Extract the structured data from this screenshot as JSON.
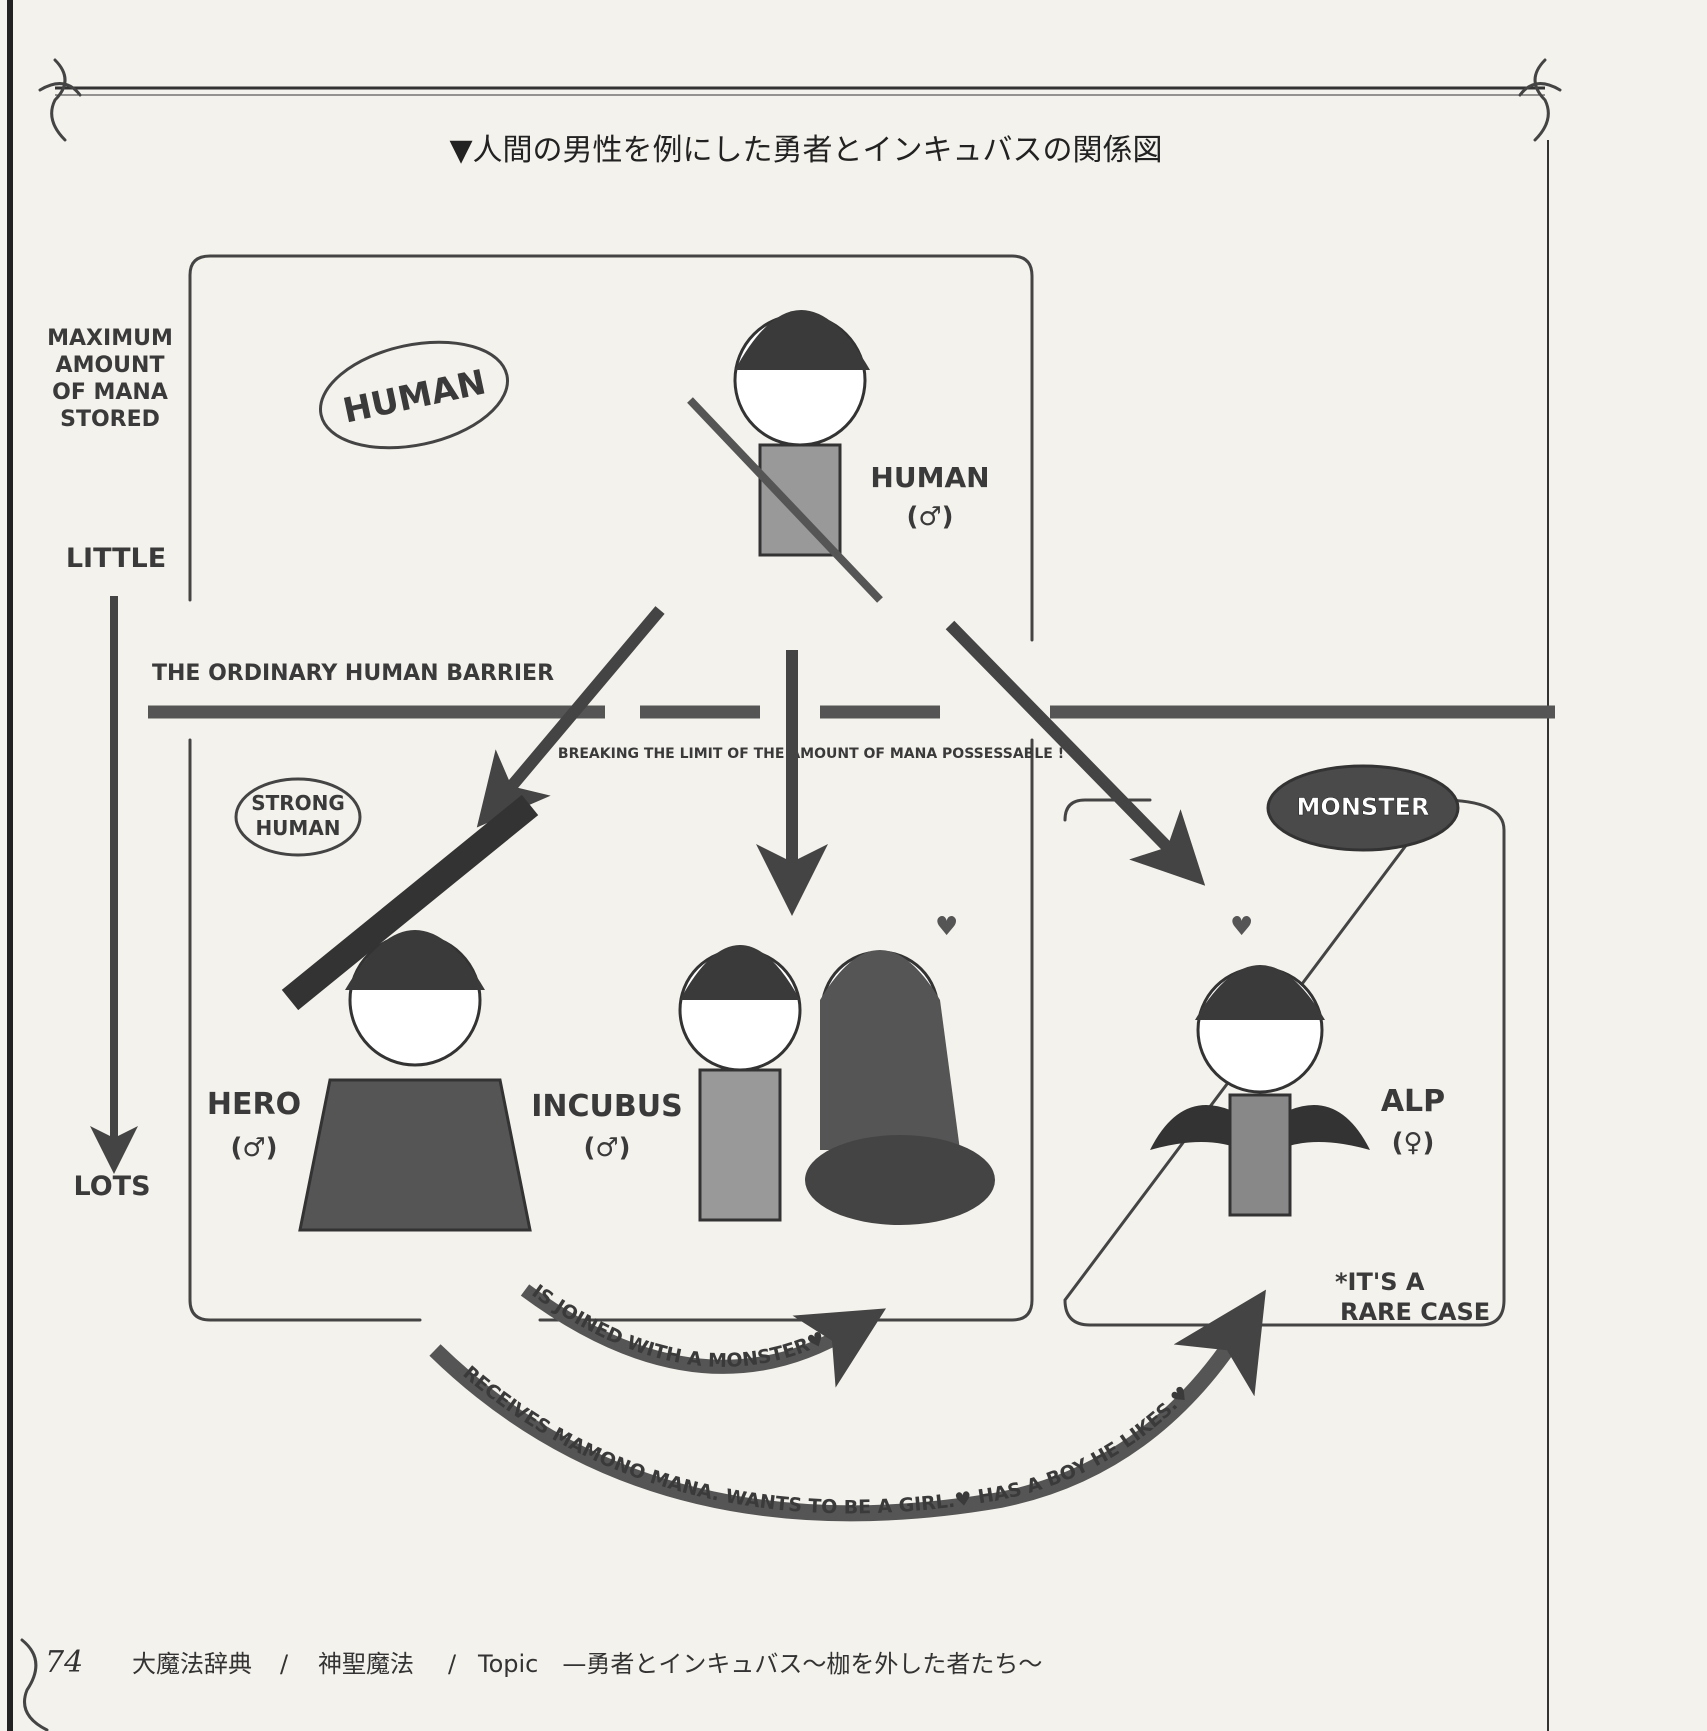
{
  "title": "▼人間の男性を例にした勇者とインキュバスの関係図",
  "axis": {
    "heading_lines": [
      "MAXIMUM",
      "AMOUNT",
      "OF MANA",
      "STORED"
    ],
    "low": "LITTLE",
    "high": "LOTS"
  },
  "barrier_label": "THE ORDINARY HUMAN BARRIER",
  "breaking_label": "BREAKING THE LIMIT OF THE AMOUNT OF MANA POSSESSABLE !",
  "groups": {
    "human": "HUMAN",
    "strong_human_lines": [
      "STRONG",
      "HUMAN"
    ],
    "monster": "MONSTER"
  },
  "characters": {
    "human": {
      "name": "HUMAN",
      "sex": "(♂)"
    },
    "hero": {
      "name": "HERO",
      "sex": "(♂)"
    },
    "incubus": {
      "name": "INCUBUS",
      "sex": "(♂)"
    },
    "alp": {
      "name": "ALP",
      "sex": "(♀)"
    }
  },
  "rare_note_lines": [
    "*IT'S A",
    "RARE CASE"
  ],
  "paths": {
    "joined": "IS JOINED WITH A MONSTER♥",
    "receives": "RECEIVES MAMONO MANA. WANTS TO BE A GIRL.♥  HAS A BOY HE LIKES.♥"
  },
  "footer": {
    "page": "74",
    "book": "大魔法辞典",
    "section": "神聖魔法",
    "topic": "Topic　—勇者とインキュバス〜枷を外した者たち〜",
    "separator": "/"
  }
}
